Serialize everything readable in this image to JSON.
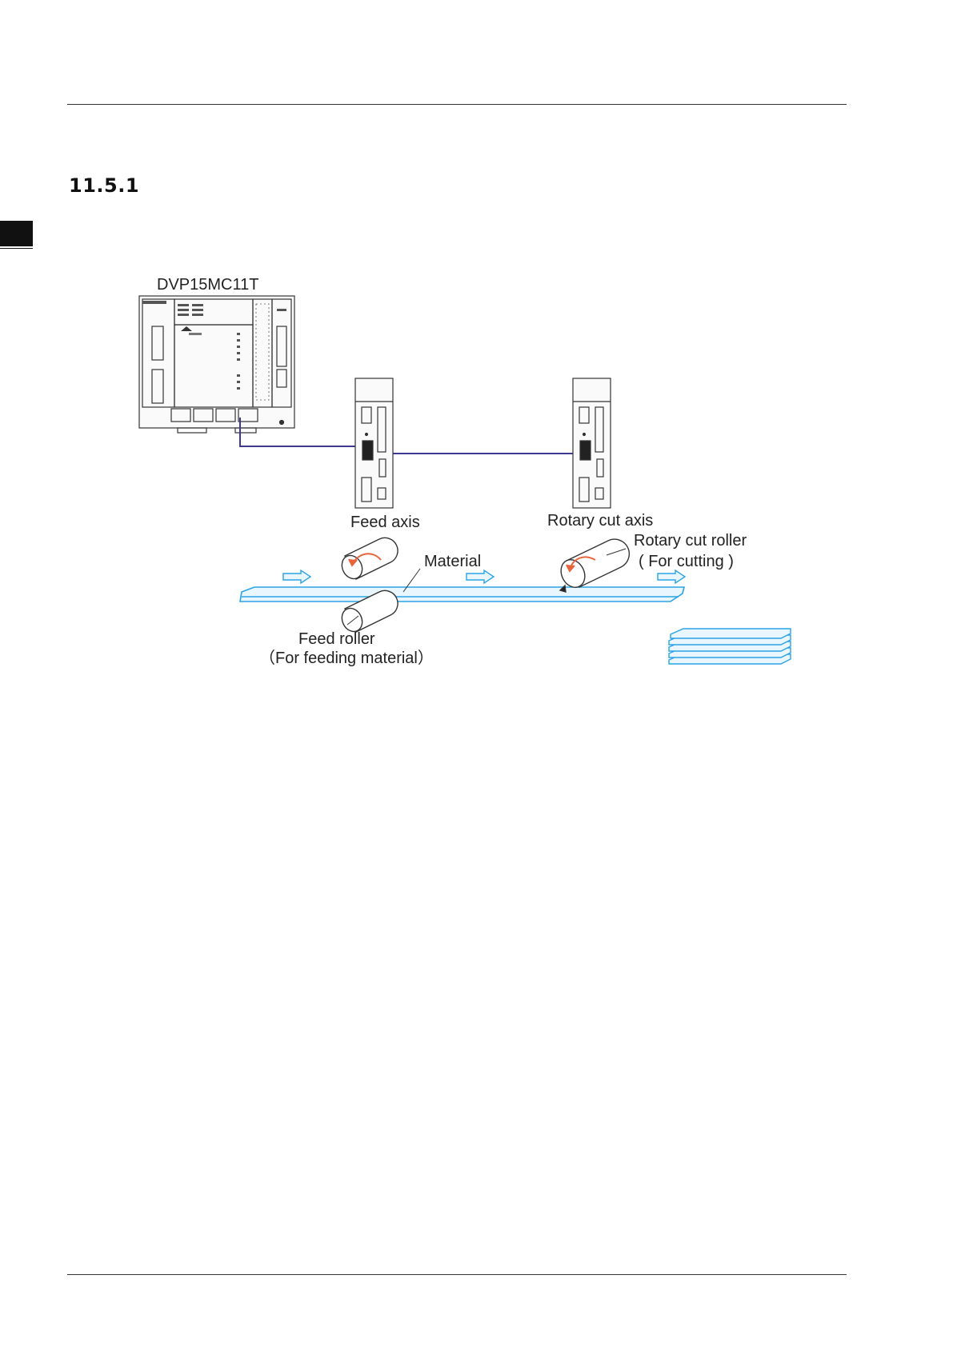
{
  "section_number": "11.5.1",
  "diagram": {
    "controller_label": "DVP15MC11T",
    "feed_axis_label": "Feed axis",
    "rotary_axis_label": "Rotary cut axis",
    "material_label": "Material",
    "rotary_roller_label": "Rotary cut roller",
    "rotary_roller_note": "( For cutting )",
    "feed_roller_label": "Feed roller",
    "feed_roller_note": "（For feeding material）"
  },
  "colors": {
    "material": "#2aa3e6",
    "arrow_rotation": "#e8643c",
    "network_cable": "#3d3a8f",
    "device_outline": "#333333"
  }
}
